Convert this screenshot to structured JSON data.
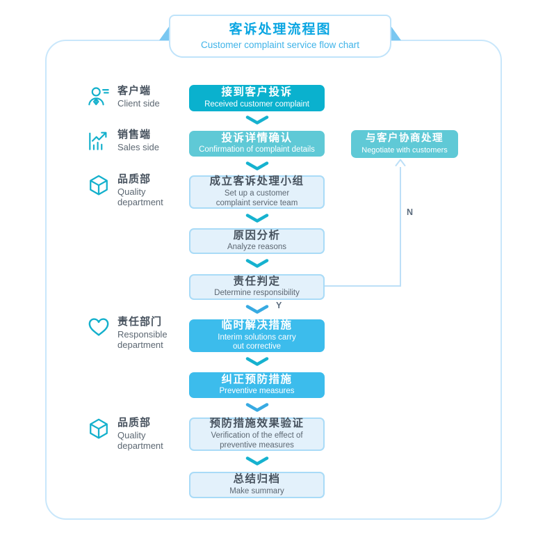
{
  "banner": {
    "title": "客诉处理流程图",
    "subtitle": "Customer complaint service flow chart"
  },
  "sidebar": {
    "items": [
      {
        "icon": "client-person-icon",
        "zh": "客户端",
        "en": "Client side"
      },
      {
        "icon": "sales-chart-icon",
        "zh": "销售端",
        "en": "Sales side"
      },
      {
        "icon": "quality-cube-icon",
        "zh": "品质部",
        "en": "Quality\ndepartment"
      },
      {
        "icon": "heart-icon",
        "zh": "责任部门",
        "en": "Responsible\ndepartment"
      },
      {
        "icon": "quality-cube-icon",
        "zh": "品质部",
        "en": "Quality\ndepartment"
      }
    ]
  },
  "flow": {
    "steps": [
      {
        "zh": "接到客户投诉",
        "en": "Received customer complaint",
        "style": "teal"
      },
      {
        "zh": "投诉详情确认",
        "en": "Confirmation of complaint details",
        "style": "medium"
      },
      {
        "zh": "成立客诉处理小组",
        "en": "Set up a customer\ncomplaint service team",
        "style": "light"
      },
      {
        "zh": "原因分析",
        "en": "Analyze reasons",
        "style": "light"
      },
      {
        "zh": "责任判定",
        "en": "Determine responsibility",
        "style": "light"
      },
      {
        "zh": "临时解决措施",
        "en": "Interim solutions carry\nout corrective",
        "style": "bright"
      },
      {
        "zh": "纠正预防措施",
        "en": "Preventive measures",
        "style": "bright"
      },
      {
        "zh": "预防措施效果验证",
        "en": "Verification of the effect of\npreventive measures",
        "style": "light"
      },
      {
        "zh": "总结归档",
        "en": "Make summary",
        "style": "light"
      }
    ]
  },
  "branch": {
    "zh": "与客户协商处理",
    "en": "Negotiate with customers",
    "yes_label": "Y",
    "no_label": "N"
  },
  "colors": {
    "title_blue": "#0ba6e2",
    "subtitle_blue": "#3fb3e8",
    "container_border": "#c9e7fb",
    "box_teal": "#0ab1ce",
    "box_medium": "#5fc9d6",
    "box_bright": "#3cbcec",
    "box_light_fill": "#e3f1fb",
    "box_light_border": "#a9dbf7",
    "icon_teal": "#13b0cc",
    "chevron_teal": "#16b2cf",
    "chevron_blue": "#38aae2",
    "connector_blue": "#bcdff7",
    "zh_text": "#47525e",
    "en_text": "#5c6772"
  }
}
